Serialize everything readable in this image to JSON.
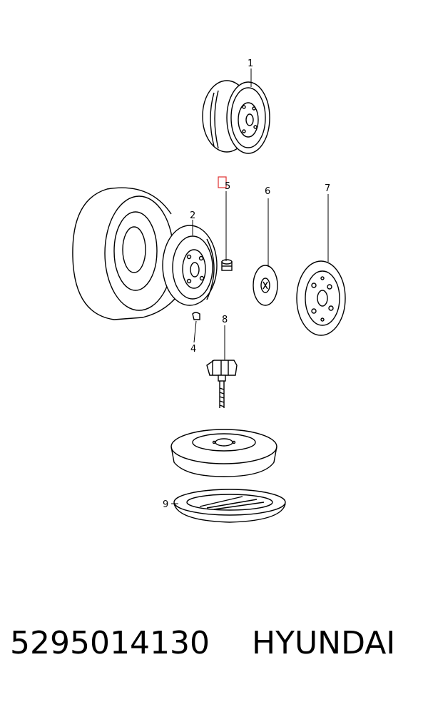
{
  "callouts": {
    "c1": "1",
    "c2": "2",
    "c4": "4",
    "c5": "5",
    "c6": "6",
    "c7": "7",
    "c8": "8",
    "c9": "9"
  },
  "highlight_color": "#e03030",
  "footer": {
    "part_number": "5295014130",
    "brand": "HYUNDAI"
  }
}
